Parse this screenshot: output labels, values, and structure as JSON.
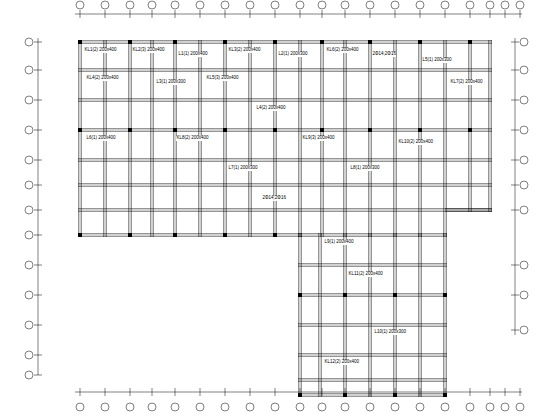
{
  "diagram": {
    "labels": [
      "KL1(2) 200x400",
      "KL2(3) 200x400",
      "L1(1) 200x400",
      "KL3(2) 200x400",
      "L2(1) 200x300",
      "KL4(2) 200x400",
      "L3(1) 200x300",
      "KL5(3) 200x400",
      "L4(2) 200x400",
      "KL6(2) 200x400",
      "2Φ14;2Φ16",
      "L5(1) 200x300",
      "KL7(2) 200x400",
      "L6(1) 200x400",
      "KL8(2) 200x400",
      "L7(1) 200x300",
      "KL9(3) 200x400",
      "L8(1) 200x300",
      "KL10(2) 200x400",
      "2Φ14;2Φ16",
      "L9(1) 200x400",
      "KL11(2) 200x400",
      "L10(1) 200x300",
      "KL12(2) 200x400"
    ]
  }
}
